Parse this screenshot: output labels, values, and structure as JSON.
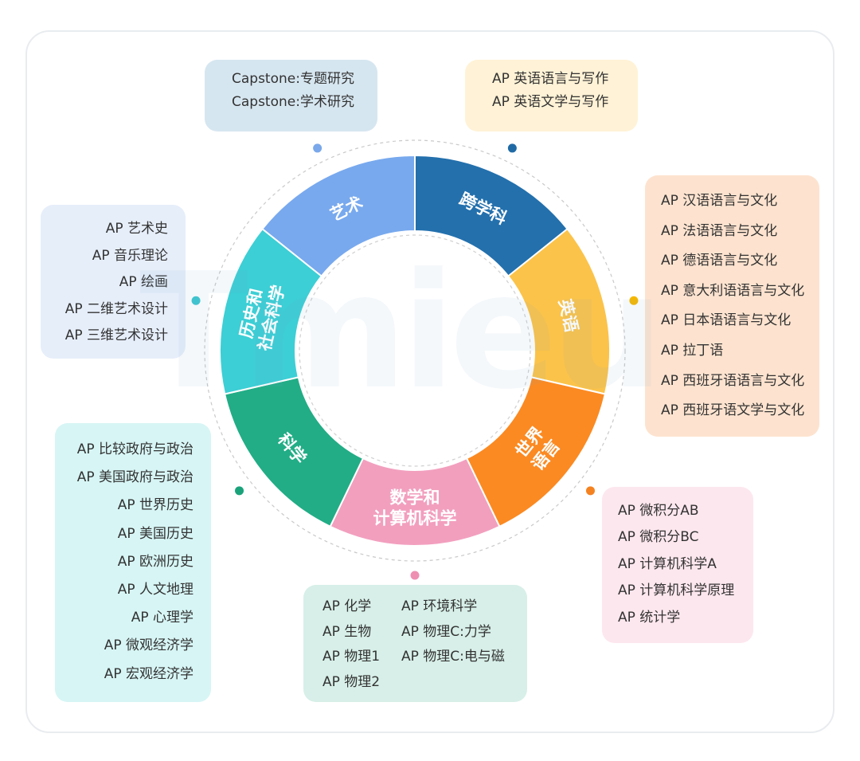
{
  "watermark": "Tmieu",
  "wheel": {
    "segments": [
      {
        "id": "interdisciplinary",
        "label_lines": [
          "跨学科"
        ],
        "color": "#2370ad",
        "dot": "#1f6aa5"
      },
      {
        "id": "english",
        "label_lines": [
          "英语"
        ],
        "color": "#fbc34a",
        "dot": "#f5b700"
      },
      {
        "id": "world-languages",
        "label_lines": [
          "世界",
          "语言"
        ],
        "color": "#fb8a22",
        "dot": "#f58220"
      },
      {
        "id": "math-cs",
        "label_lines": [
          "数学和",
          "计算机科学"
        ],
        "color": "#f29fbe",
        "dot": "#ee8fb2"
      },
      {
        "id": "science",
        "label_lines": [
          "科学"
        ],
        "color": "#22ad86",
        "dot": "#1aa37a"
      },
      {
        "id": "history-social",
        "label_lines": [
          "历史和",
          "社会科学"
        ],
        "color": "#3ccfd5",
        "dot": "#3cc6cf"
      },
      {
        "id": "arts",
        "label_lines": [
          "艺术"
        ],
        "color": "#78a9ee",
        "dot": "#7aa8ea"
      }
    ]
  },
  "boxes": {
    "capstone": [
      "Capstone:专题研究",
      "Capstone:学术研究"
    ],
    "english": [
      "AP 英语语言与写作",
      "AP 英语文学与写作"
    ],
    "world_languages": [
      "AP 汉语语言与文化",
      "AP 法语语言与文化",
      "AP 德语语言与文化",
      "AP 意大利语语言与文化",
      "AP 日本语语言与文化",
      "AP 拉丁语",
      "AP 西班牙语语言与文化",
      "AP 西班牙语文学与文化"
    ],
    "arts": [
      "AP 艺术史",
      "AP 音乐理论",
      "AP 绘画",
      "AP 二维艺术设计",
      "AP 三维艺术设计"
    ],
    "history_social": [
      "AP 比较政府与政治",
      "AP 美国政府与政治",
      "AP 世界历史",
      "AP 美国历史",
      "AP 欧洲历史",
      "AP 人文地理",
      "AP 心理学",
      "AP 微观经济学",
      "AP 宏观经济学"
    ],
    "science_col1": [
      "AP 化学",
      "AP 生物",
      "AP 物理1",
      "AP 物理2"
    ],
    "science_col2": [
      "AP 环境科学",
      "AP 物理C:力学",
      "AP 物理C:电与磁"
    ],
    "math_cs": [
      "AP 微积分AB",
      "AP 微积分BC",
      "AP 计算机科学A",
      "AP 计算机科学原理",
      "AP 统计学"
    ]
  }
}
